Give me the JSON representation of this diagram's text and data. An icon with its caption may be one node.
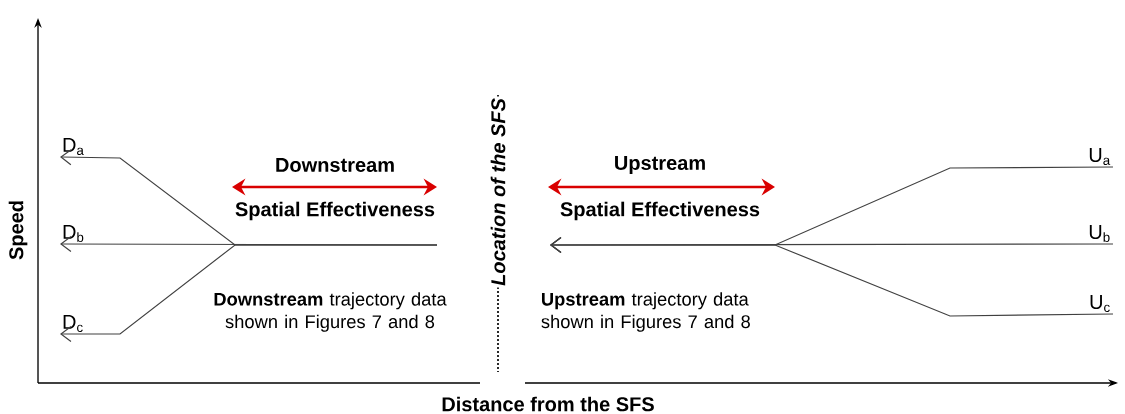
{
  "diagram": {
    "nodes": [
      {
        "text": [
          "D$_{a}$"
        ]
      },
      {
        "text": [
          "D$_{b}$"
        ]
      },
      {
        "text": [
          "D$_{c}$"
        ]
      },
      {
        "text": [
          "U$_{a}$"
        ]
      },
      {
        "text": [
          "U$_{b}$"
        ]
      },
      {
        "text": [
          "U$_{c}$"
        ]
      }
    ],
    "edges": [
      {
        "from": null,
        "to": 0,
        "arrow": "to"
      },
      {
        "from": null,
        "to": 1,
        "arrow": "to"
      },
      {
        "from": null,
        "to": 2,
        "arrow": "to"
      },
      {
        "from": 3,
        "to": null,
        "arrow": "to"
      },
      {
        "from": 4,
        "to": null,
        "arrow": "to"
      },
      {
        "from": 5,
        "to": null,
        "arrow": "to"
      }
    ],
    "labels": [
      "Speed",
      "Location of the SFS",
      "Downstream",
      "Spatial Effectiveness",
      "Upstream",
      "Spatial Effectiveness",
      "**Downstream** trajectory data shown in Figures 7 and 8",
      "**Upstream** trajectory data shown in Figures 7 and 8",
      "Distance from the SFS"
    ]
  }
}
